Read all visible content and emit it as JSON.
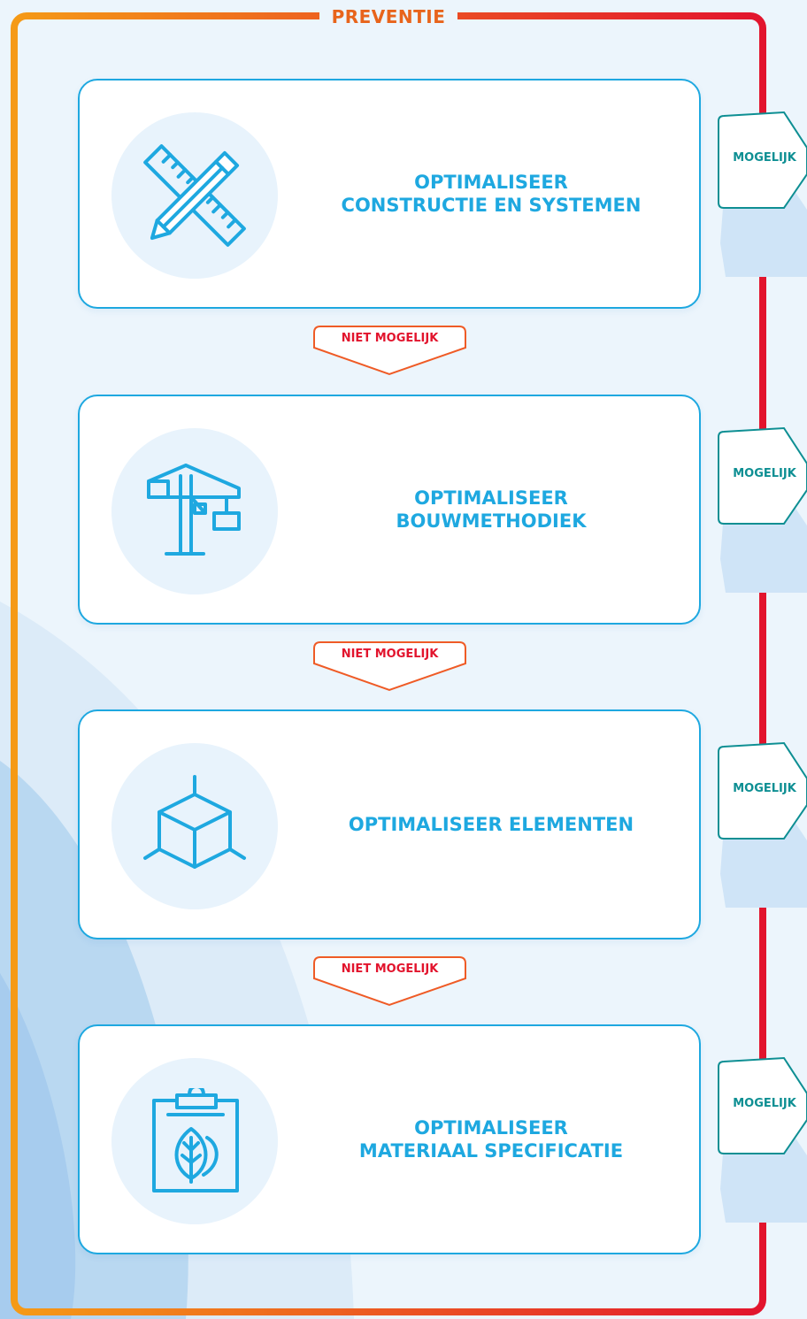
{
  "diagram": {
    "title": "PREVENTIE",
    "colors": {
      "frame_start": "#f59a16",
      "frame_end": "#e2142d",
      "card_border": "#1ea8e0",
      "card_text": "#1ea8e0",
      "mogelijk": "#0e8f93",
      "niet_mogelijk": "#e2142d"
    },
    "steps": [
      {
        "label": "OPTIMALISEER\nCONSTRUCTIE EN SYSTEMEN",
        "icon": "ruler-pencil-icon",
        "outcome": "MOGELIJK"
      },
      {
        "label": "OPTIMALISEER\nBOUWMETHODIEK",
        "icon": "crane-icon",
        "outcome": "MOGELIJK"
      },
      {
        "label": "OPTIMALISEER ELEMENTEN",
        "icon": "cube-icon",
        "outcome": "MOGELIJK"
      },
      {
        "label": "OPTIMALISEER\nMATERIAAL SPECIFICATIE",
        "icon": "clipboard-leaf-icon",
        "outcome": "MOGELIJK"
      }
    ],
    "transitions": [
      "NIET MOGELIJK",
      "NIET MOGELIJK",
      "NIET MOGELIJK"
    ]
  }
}
